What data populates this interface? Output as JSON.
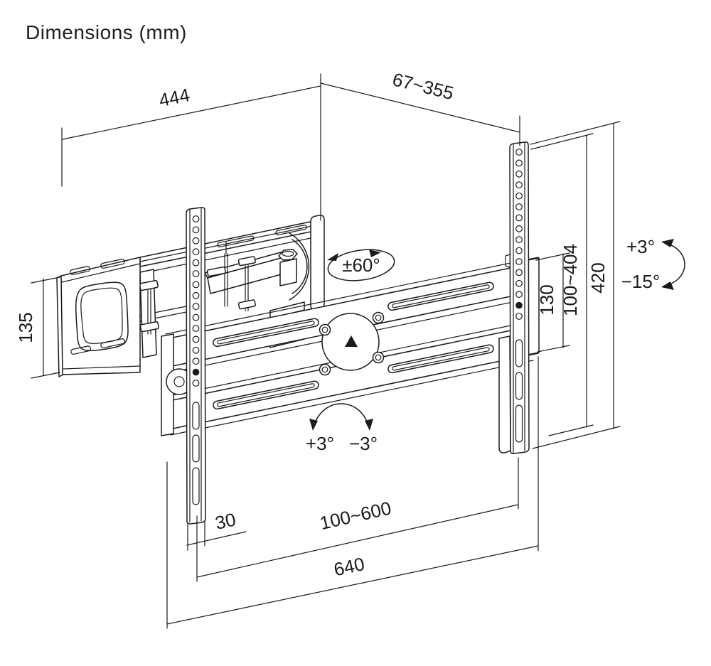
{
  "title": "Dimensions (mm)",
  "diagram": {
    "type": "technical-drawing",
    "subject": "full-motion TV wall mount bracket",
    "units": "mm",
    "line_color": "#1b1b1b",
    "background_color": "#ffffff"
  },
  "dims": {
    "top_width": "444",
    "extension_depth": "67~355",
    "wall_plate_height": "135",
    "end_bracket_height": "130",
    "vesa_vertical": "100~404",
    "rail_height": "420",
    "rail_width": "30",
    "vesa_horizontal": "100~600",
    "total_width": "640"
  },
  "angles": {
    "swivel": "±60°",
    "tilt_up": "+3°",
    "tilt_down": "−15°",
    "level_left": "+3°",
    "level_right": "−3°"
  }
}
